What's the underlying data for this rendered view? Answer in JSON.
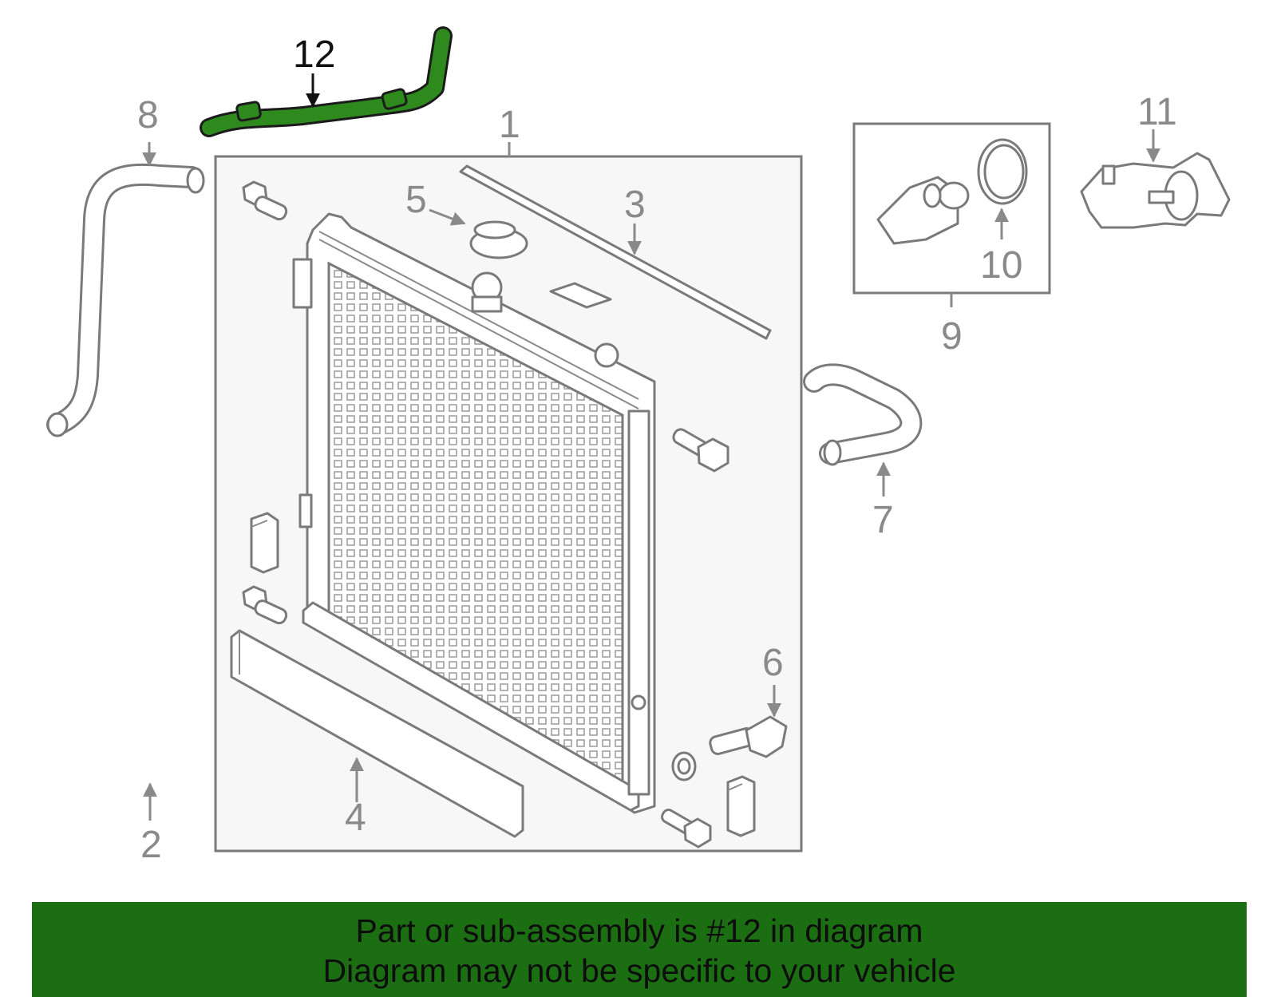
{
  "diagram": {
    "highlight_color": "#2f8a1e",
    "highlighted_part": "12",
    "callouts": {
      "c1": "1",
      "c2": "2",
      "c3": "3",
      "c4": "4",
      "c5": "5",
      "c6": "6",
      "c7": "7",
      "c8": "8",
      "c9": "9",
      "c10": "10",
      "c11": "11",
      "c12": "12"
    }
  },
  "banner": {
    "line1": "Part or sub-assembly is #12 in diagram",
    "line2": "Diagram may not be specific to your vehicle",
    "background": "#1b6f12"
  }
}
